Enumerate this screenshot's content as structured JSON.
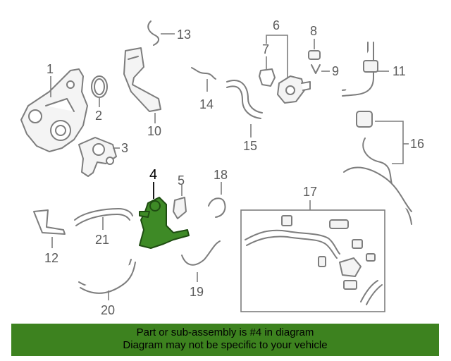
{
  "callouts": {
    "c1": "1",
    "c2": "2",
    "c3": "3",
    "c4": "4",
    "c5": "5",
    "c6": "6",
    "c7": "7",
    "c8": "8",
    "c9": "9",
    "c10": "10",
    "c11": "11",
    "c12": "12",
    "c13": "13",
    "c14": "14",
    "c15": "15",
    "c16": "16",
    "c17": "17",
    "c18": "18",
    "c19": "19",
    "c20": "20",
    "c21": "21"
  },
  "highlight": {
    "part": "4",
    "color": "#3d821f"
  },
  "banner": {
    "line1": "Part or sub-assembly is #4 in diagram",
    "line2": "Diagram may not be specific to your vehicle"
  }
}
